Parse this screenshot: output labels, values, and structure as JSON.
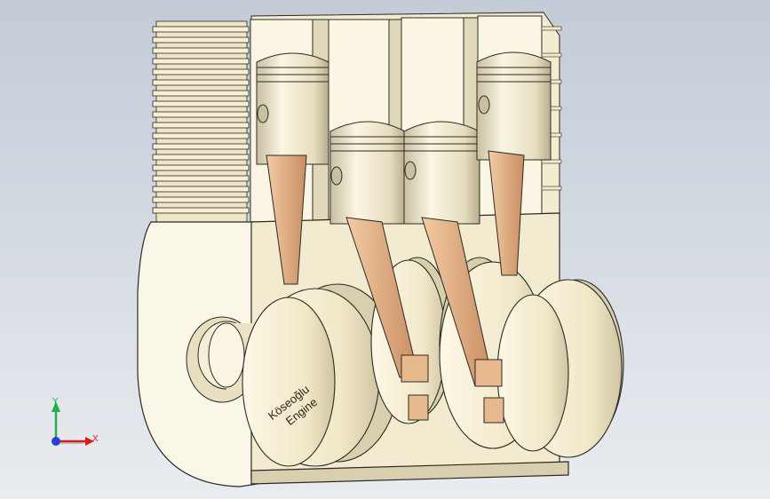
{
  "viewport": {
    "background_top": "#c3cbd6",
    "background_bottom": "#e9ecf0",
    "model": "4-cylinder engine section view"
  },
  "model": {
    "engraving_line1": "Köseoğlu",
    "engraving_line2": "Engine",
    "colors": {
      "body": "#f7f0d6",
      "body_shade": "#d8cfae",
      "rod": "#e9b98e",
      "rod_shade": "#c98e63",
      "outline": "#2b2a26"
    }
  },
  "triad": {
    "x_label": "X",
    "y_label": "Y",
    "x_color": "#d41e1e",
    "y_color": "#22b04a",
    "z_color": "#2a3fd6"
  }
}
